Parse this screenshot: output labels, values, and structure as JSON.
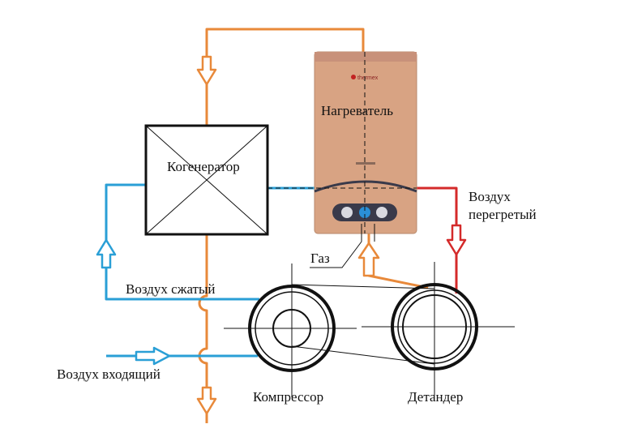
{
  "labels": {
    "heater": "Нагреватель",
    "cogenerator": "Когенератор",
    "air_hot_1": "Воздух",
    "air_hot_2": "перегретый",
    "gas": "Газ",
    "air_compressed": "Воздух сжатый",
    "air_incoming": "Воздух входящий",
    "compressor": "Компрессор",
    "expander": "Детандер",
    "brand": "thermex"
  },
  "colors": {
    "orange": "#e8893a",
    "blue": "#2a9fd6",
    "red": "#d42a2a",
    "heater_body": "#d8a383",
    "heater_panel": "#3a3a4a",
    "ink": "#111111"
  },
  "icons": {
    "arrows": "hollow-flow-arrow",
    "crossed_box": "x-box",
    "wheel": "double-ring-pulley"
  }
}
